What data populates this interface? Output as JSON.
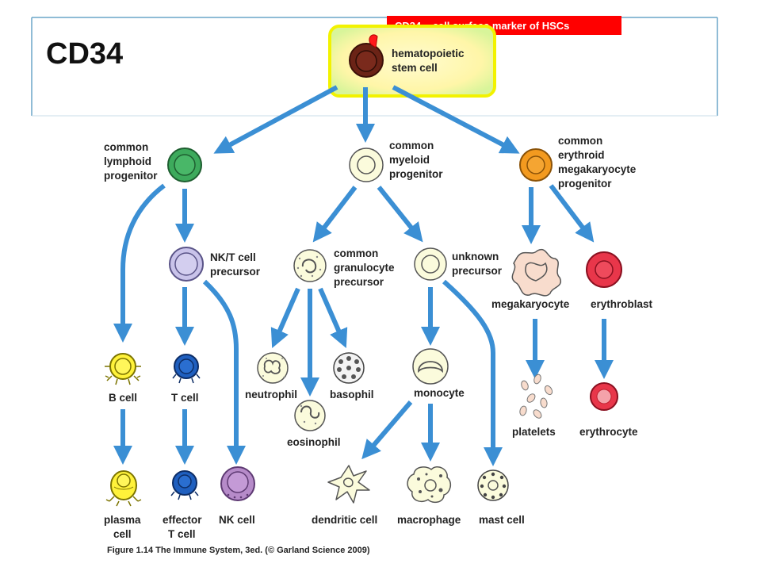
{
  "slide_title": "CD34",
  "callout": "CD34 – cell surface marker of HSCs",
  "caption": "Figure 1.14 The Immune System, 3ed. (© Garland Science 2009)",
  "cells": {
    "hsc": [
      "hematopoietic",
      "stem cell"
    ],
    "clp": [
      "common",
      "lymphoid",
      "progenitor"
    ],
    "cmp": [
      "common",
      "myeloid",
      "progenitor"
    ],
    "cemp": [
      "common",
      "erythroid",
      "megakaryocyte",
      "progenitor"
    ],
    "nkt": [
      "NK/T cell",
      "precursor"
    ],
    "cgp": [
      "common",
      "granulocyte",
      "precursor"
    ],
    "unknown": [
      "unknown",
      "precursor"
    ],
    "megakaryocyte": "megakaryocyte",
    "erythroblast": "erythroblast",
    "bcell": "B cell",
    "tcell": "T cell",
    "neutrophil": "neutrophil",
    "basophil": "basophil",
    "eosinophil": "eosinophil",
    "monocyte": "monocyte",
    "platelets": "platelets",
    "erythrocyte": "erythrocyte",
    "plasma": [
      "plasma",
      "cell"
    ],
    "effector": [
      "effector",
      "T cell"
    ],
    "nkcell": "NK cell",
    "dendritic": "dendritic cell",
    "macrophage": "macrophage",
    "mast": "mast cell"
  },
  "colors": {
    "arrow": "#3b8fd4",
    "highlight": "#f2f200",
    "callout_bg": "#ff0000",
    "hsc": "#6b2316",
    "lymphoid": "#3daa5c",
    "myeloid": "#fbfbdc",
    "erythroid": "#f39a1f",
    "nkt": "#c9c3ea",
    "bcell": "#fff23a",
    "tcell": "#1f5fbf",
    "erythro": "#e8364a",
    "nkcell": "#b68bc9"
  }
}
